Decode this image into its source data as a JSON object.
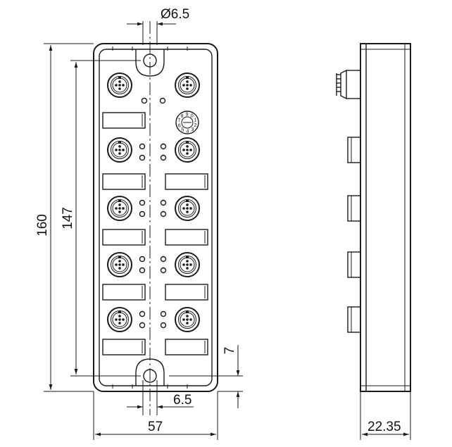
{
  "dimensions": {
    "hole_diameter": "Ø6.5",
    "overall_height": "160",
    "hole_spacing": "147",
    "width": "57",
    "hole_offset": "7",
    "hole_width": "6.5",
    "depth": "22.35"
  },
  "rotary_switch_digits": "6789012345",
  "colors": {
    "line": "#1a1a1a",
    "background": "#ffffff"
  }
}
